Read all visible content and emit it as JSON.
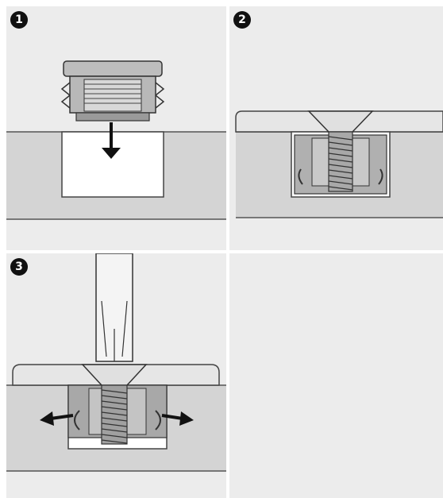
{
  "steps": [
    {
      "label": "1"
    },
    {
      "label": "2"
    },
    {
      "label": "3"
    }
  ]
}
